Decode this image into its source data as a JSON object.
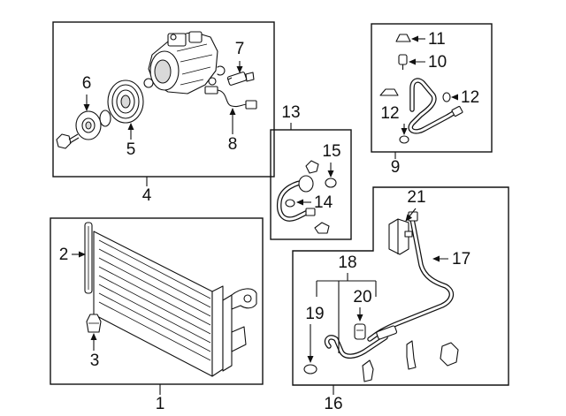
{
  "callouts": {
    "c1": "1",
    "c2": "2",
    "c3": "3",
    "c4": "4",
    "c5": "5",
    "c6": "6",
    "c7": "7",
    "c8": "8",
    "c9": "9",
    "c10": "10",
    "c11": "11",
    "c12a": "12",
    "c12b": "12",
    "c13": "13",
    "c14": "14",
    "c15": "15",
    "c16": "16",
    "c17": "17",
    "c18": "18",
    "c19": "19",
    "c20": "20",
    "c21": "21"
  }
}
